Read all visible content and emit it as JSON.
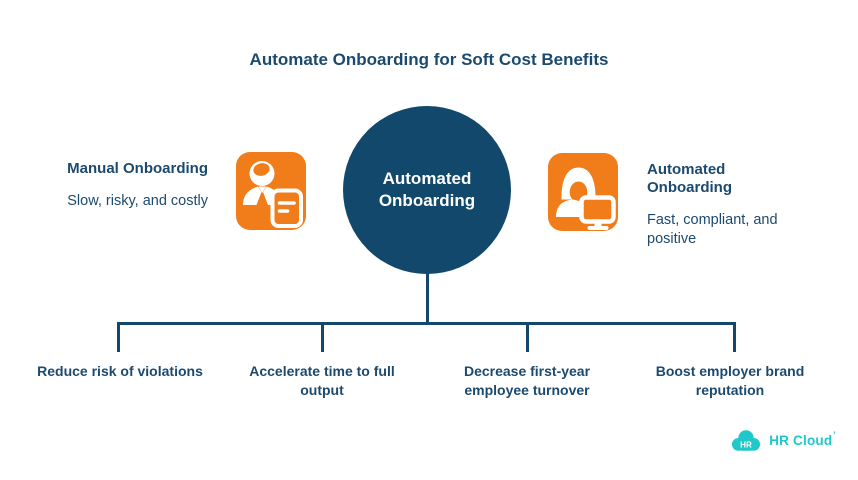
{
  "title": "Automate Onboarding for Soft Cost Benefits",
  "left_panel": {
    "heading": "Manual Onboarding",
    "subtext": "Slow, risky, and costly",
    "icon": "person-document-icon"
  },
  "center": {
    "label": "Automated Onboarding"
  },
  "right_panel": {
    "heading": "Automated Onboarding",
    "subtext": "Fast, compliant, and positive",
    "icon": "person-monitor-icon"
  },
  "benefits": [
    "Reduce risk of violations",
    "Accelerate time to full output",
    "Decrease first-year employee turnover",
    "Boost employer brand reputation"
  ],
  "logo": {
    "badge": "HR",
    "wordmark": "HR Cloud",
    "mark": "’"
  },
  "colors": {
    "navy": "#11486c",
    "text": "#1c4a6e",
    "orange": "#f07d1a",
    "teal": "#1fc8c9"
  }
}
